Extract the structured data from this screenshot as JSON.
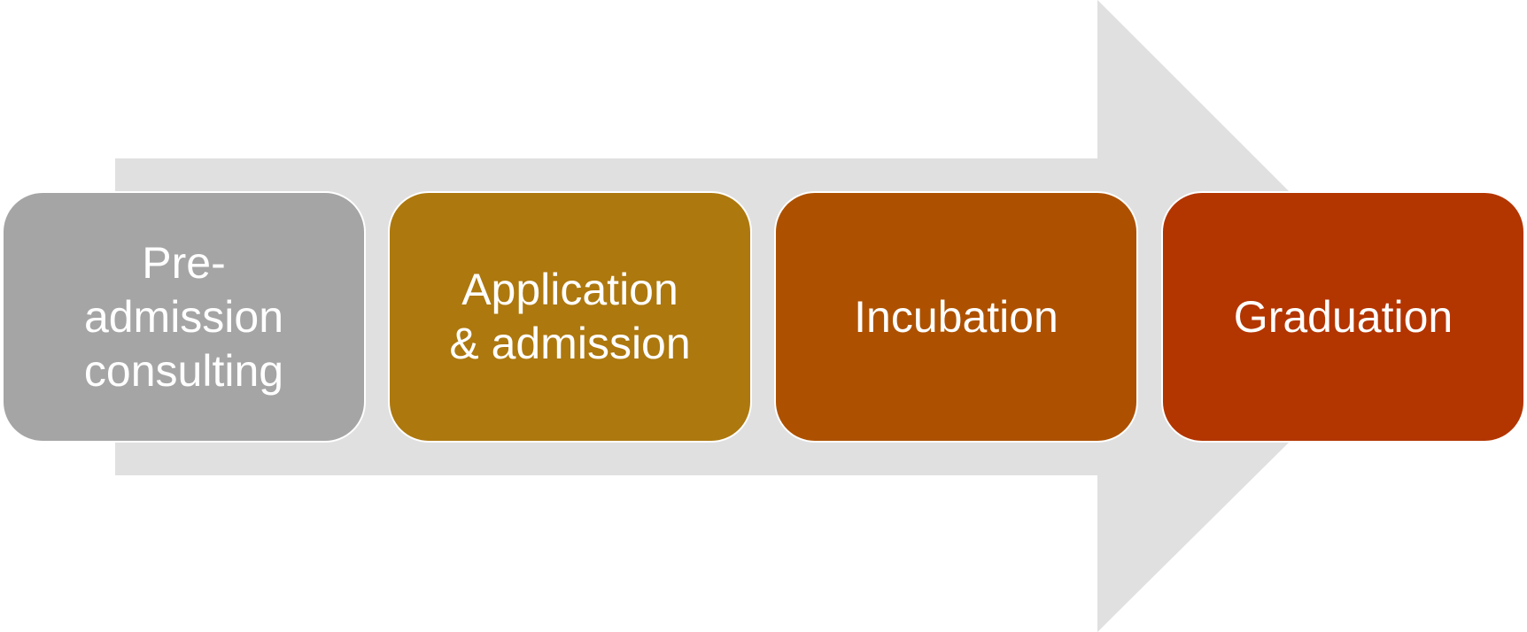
{
  "diagram": {
    "type": "process-arrow",
    "arrow_color": "#e0e0e0",
    "steps": [
      {
        "label": "Pre-admission consulting",
        "lines": [
          "Pre-",
          "admission",
          "consulting"
        ],
        "color": "#a5a5a5"
      },
      {
        "label": "Application & admission",
        "lines": [
          "Application",
          "& admission"
        ],
        "color": "#ad780e"
      },
      {
        "label": "Incubation",
        "lines": [
          "Incubation"
        ],
        "color": "#ad5100"
      },
      {
        "label": "Graduation",
        "lines": [
          "Graduation"
        ],
        "color": "#b33500"
      }
    ]
  }
}
